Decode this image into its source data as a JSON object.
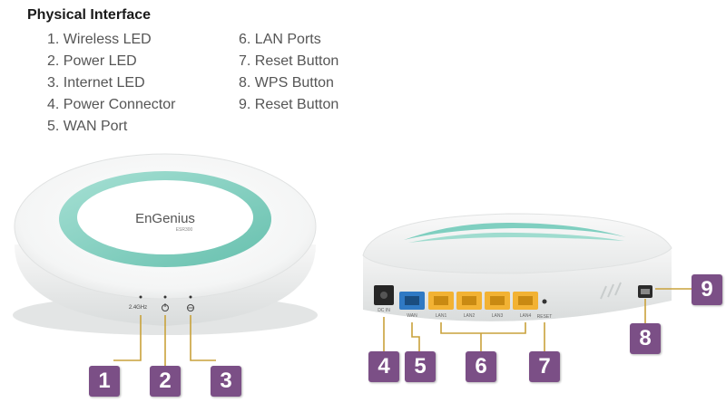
{
  "title": "Physical Interface",
  "legend": {
    "left": [
      {
        "num": "1.",
        "label": "Wireless LED"
      },
      {
        "num": "2.",
        "label": "Power LED"
      },
      {
        "num": "3.",
        "label": "Internet LED"
      },
      {
        "num": "4.",
        "label": "Power Connector"
      },
      {
        "num": "5.",
        "label": "WAN Port"
      }
    ],
    "right": [
      {
        "num": "6.",
        "label": "LAN Ports"
      },
      {
        "num": "7.",
        "label": "Reset Button"
      },
      {
        "num": "8.",
        "label": "WPS Button"
      },
      {
        "num": "9.",
        "label": "Reset Button"
      }
    ]
  },
  "device": {
    "brand": "EnGenius",
    "model": "ESR300",
    "wifi_label": "2.4GHz",
    "port_labels": {
      "power": "DC IN",
      "wan": "WAN",
      "lan": [
        "LAN1",
        "LAN2",
        "LAN3",
        "LAN4"
      ],
      "reset": "RESET"
    }
  },
  "callouts": [
    "1",
    "2",
    "3",
    "4",
    "5",
    "6",
    "7",
    "8",
    "9"
  ],
  "colors": {
    "callout": "#7b4f86",
    "teal_ring": "#7fcfc0",
    "lan_port": "#f2b233",
    "wan_port": "#2f79c4",
    "leader": "#c9a23b"
  }
}
